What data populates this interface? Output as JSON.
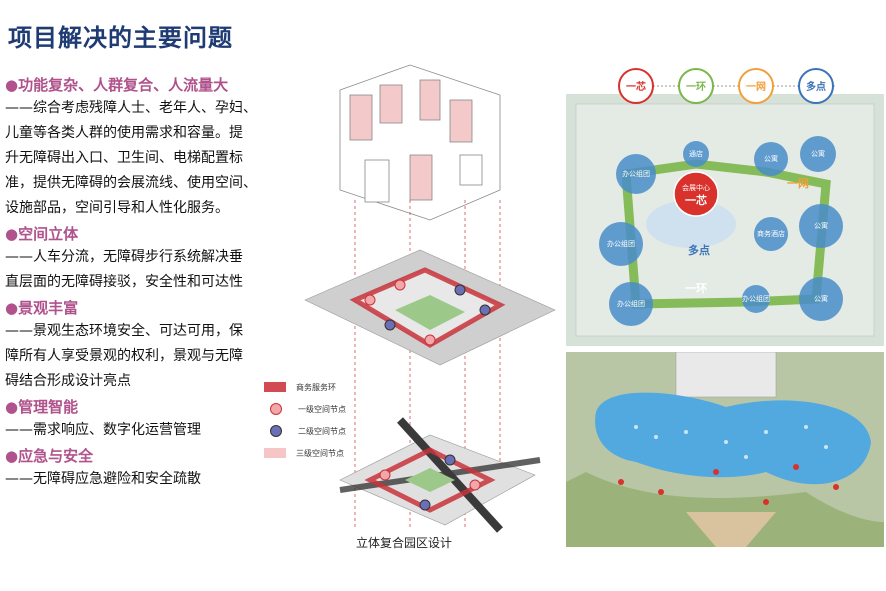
{
  "title": "项目解决的主要问题",
  "sections": [
    {
      "heading": "●功能复杂、人群复合、人流量大",
      "lines": [
        "——综合考虑残障人士、老年人、孕妇、",
        "儿童等各类人群的使用需求和容量。提",
        "升无障碍出入口、卫生间、电梯配置标",
        "准，提供无障碍的会展流线、使用空间、",
        "设施部品，空间引导和人性化服务。"
      ]
    },
    {
      "heading": "●空间立体",
      "lines": [
        "——人车分流，无障碍步行系统解决垂",
        "直层面的无障碍接驳，安全性和可达性"
      ]
    },
    {
      "heading": "●景观丰富",
      "lines": [
        "——景观生态环境安全、可达可用，保",
        "障所有人享受景观的权利，景观与无障",
        "碍结合形成设计亮点"
      ]
    },
    {
      "heading": "●管理智能",
      "lines": [
        "——需求响应、数字化运营管理"
      ]
    },
    {
      "heading": "●应急与安全",
      "lines": [
        "——无障碍应急避险和安全疏散"
      ]
    }
  ],
  "axon": {
    "caption": "立体复合园区设计",
    "legend": [
      "商务服务环",
      "一级空间节点",
      "二级空间节点",
      "三级空间节点"
    ]
  },
  "plan": {
    "concepts": [
      {
        "label": "一芯",
        "color": "#d9312b"
      },
      {
        "label": "一环",
        "color": "#7ab648"
      },
      {
        "label": "一网",
        "color": "#f0a03a"
      },
      {
        "label": "多点",
        "color": "#3a73b8"
      }
    ],
    "core_label": "会展中心",
    "core_sub": "一芯",
    "ring_label": "一环",
    "net_label": "一网",
    "points_label": "多点",
    "buildings": [
      "通店",
      "公寓",
      "公寓",
      "办公组团",
      "办公组团",
      "商务酒店",
      "公寓",
      "办公组团",
      "办公组团",
      "公寓"
    ]
  },
  "colors": {
    "title": "#1f3b73",
    "heading": "#b0528c",
    "ring": "#c8323a",
    "green": "#7ab648"
  }
}
